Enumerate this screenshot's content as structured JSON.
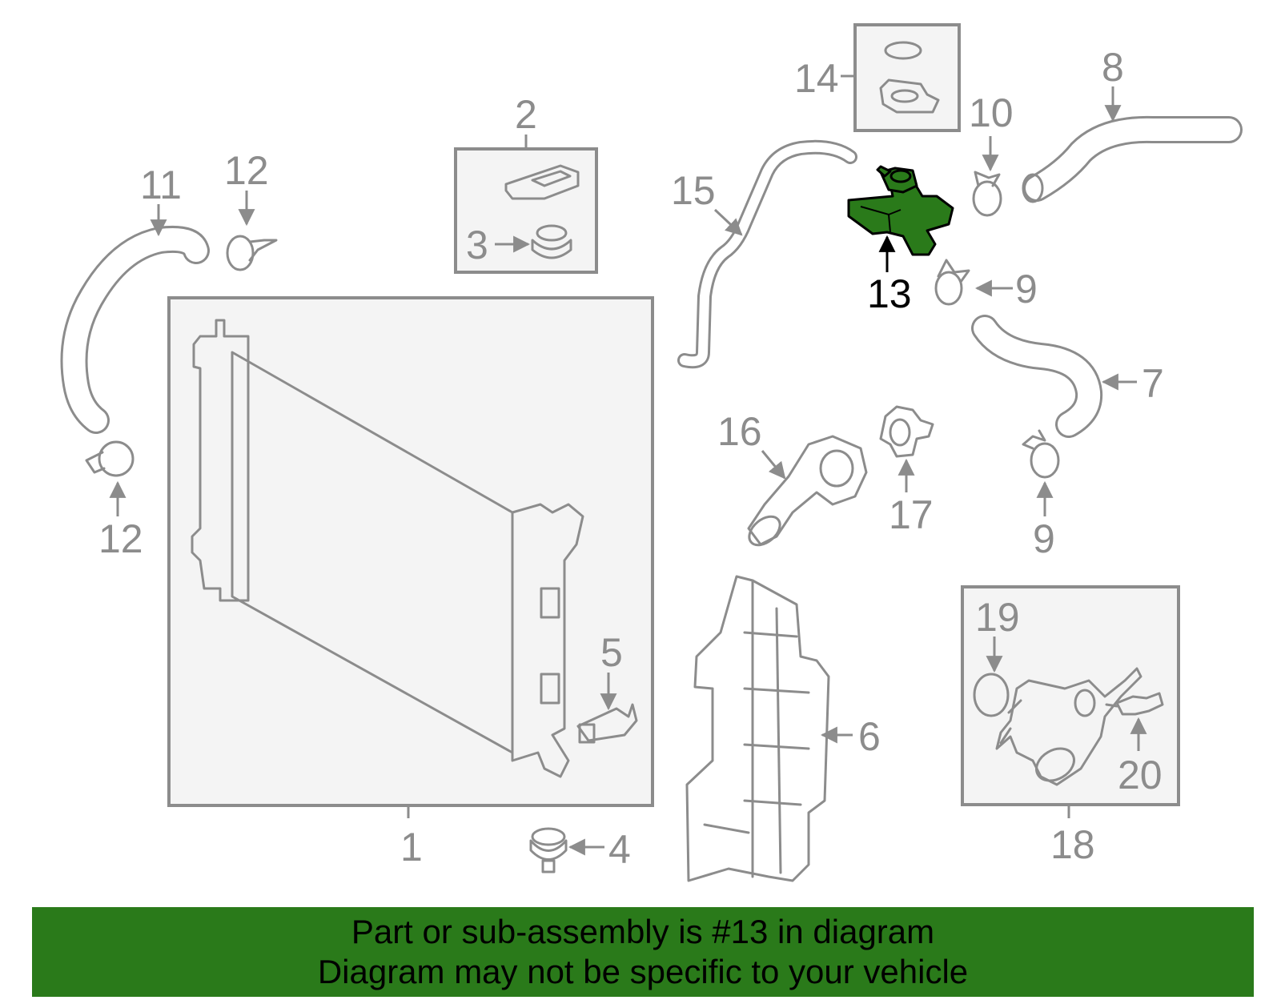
{
  "banner": {
    "line1": "Part or sub-assembly is #13 in diagram",
    "line2": "Diagram may not be specific to your vehicle"
  },
  "colors": {
    "highlight": "#2a7a1a",
    "line": "#8c8c8c",
    "panel": "#f4f4f4"
  },
  "highlighted_part": "13",
  "callouts": {
    "n1": "1",
    "n2": "2",
    "n3": "3",
    "n4": "4",
    "n5": "5",
    "n6": "6",
    "n7": "7",
    "n8": "8",
    "n9a": "9",
    "n9b": "9",
    "n10": "10",
    "n11": "11",
    "n12a": "12",
    "n12b": "12",
    "n13": "13",
    "n14": "14",
    "n15": "15",
    "n16": "16",
    "n17": "17",
    "n18": "18",
    "n19": "19",
    "n20": "20"
  }
}
